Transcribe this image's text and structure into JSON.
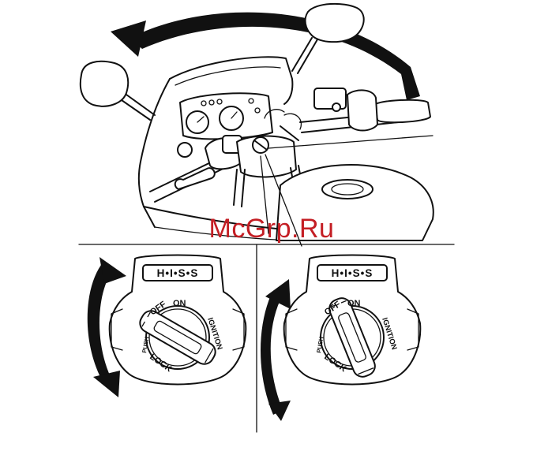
{
  "watermark": {
    "text": "McGrp.Ru",
    "color": "#c41e24"
  },
  "switch_left": {
    "badge": "H•I•S•S",
    "off": "OFF",
    "on": "ON",
    "push": "PUSH",
    "ignition": "IGNITION",
    "lock": "LOCK",
    "rotation": "counter-clockwise"
  },
  "switch_right": {
    "badge": "H•I•S•S",
    "off": "OFF",
    "on": "ON",
    "push": "PUSH",
    "ignition": "IGNITION",
    "lock": "LOCK",
    "rotation": "clockwise"
  },
  "icons": [
    "handlebar-turn-arrow",
    "rotate-left-arrow",
    "rotate-right-arrow"
  ]
}
